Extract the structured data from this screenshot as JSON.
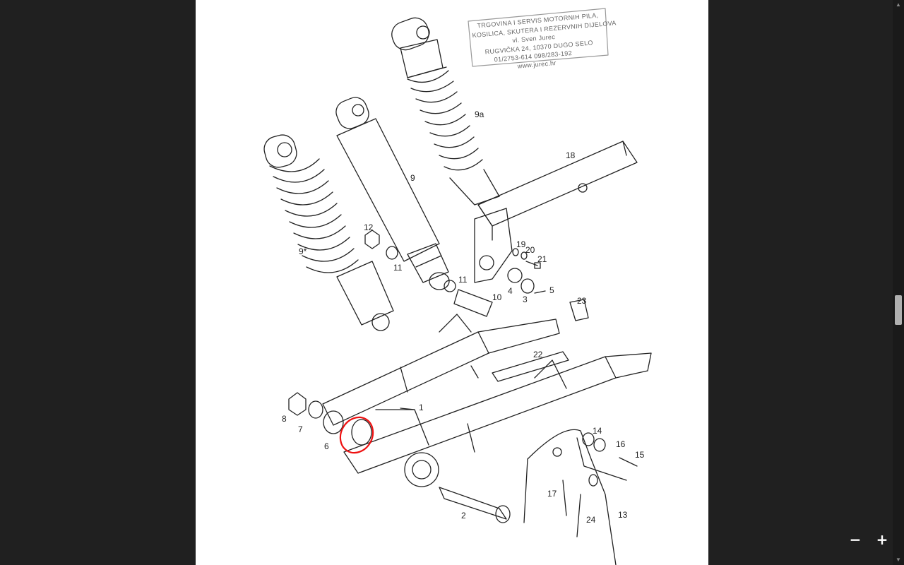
{
  "viewer": {
    "zoom_out_label": "−",
    "zoom_in_label": "+"
  },
  "stamp": {
    "line1": "TRGOVINA I SERVIS MOTORNIH PILA,",
    "line2": "KOSILICA, SKUTERA I REZERVNIH DIJELOVA",
    "line3": "vl. Sven Jurec",
    "line4": "RUGVIČKA 24, 10370 DUGO SELO",
    "line5": "01/2753-614 098/283-192",
    "line6": "www.jurec.hr"
  },
  "parts": {
    "p9a": "9a",
    "p18": "18",
    "p9": "9",
    "p12": "12",
    "p9s": "9*",
    "p11a": "11",
    "p11b": "11",
    "p19": "19",
    "p20": "20",
    "p21": "21",
    "p10": "10",
    "p4": "4",
    "p3": "3",
    "p5": "5",
    "p23": "23",
    "p22": "22",
    "p1": "1",
    "p8": "8",
    "p7": "7",
    "p6": "6",
    "p14": "14",
    "p16": "16",
    "p15": "15",
    "p17": "17",
    "p2": "2",
    "p24": "24",
    "p13": "13"
  }
}
